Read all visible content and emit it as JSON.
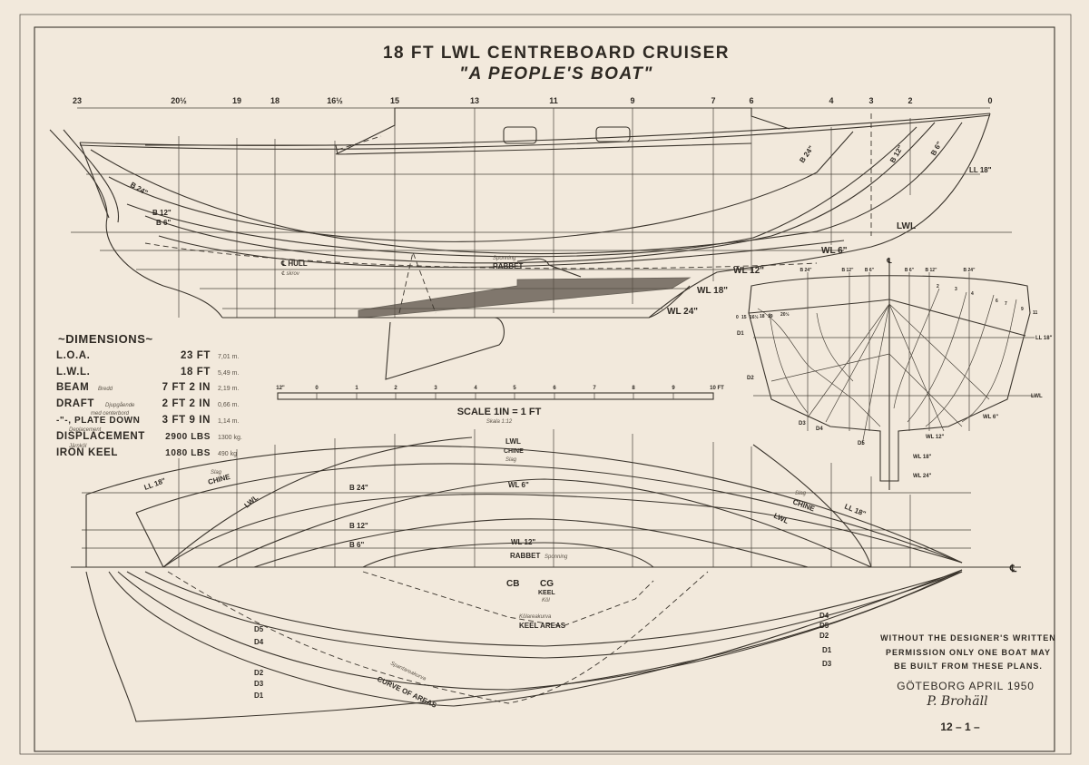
{
  "title": {
    "line1": "18 FT LWL CENTREBOARD CRUISER",
    "line2": "\"A PEOPLE'S BOAT\""
  },
  "stations": [
    "23",
    "20½",
    "19",
    "18",
    "16½",
    "15",
    "13",
    "11",
    "9",
    "7",
    "6",
    "4",
    "3",
    "2",
    "0"
  ],
  "profile": {
    "b24_aft": "B 24\"",
    "b12_aft": "B 12\"",
    "b6_aft": "B 6\"",
    "b24_fwd": "B 24\"",
    "b12_fwd": "B 12\"",
    "b6_fwd": "B 6\"",
    "ll18": "LL 18\"",
    "lwl": "LWL",
    "wl6": "WL 6\"",
    "wl12": "WL 12\"",
    "wl18": "WL 18\"",
    "wl24": "WL 24\"",
    "hull_cl": "℄ HULL",
    "hull_cl_note": "℄ skrov",
    "rabbet": "RABBET",
    "rabbet_note": "Sponning"
  },
  "dimensions": {
    "heading": "~DIMENSIONS~",
    "rows": [
      {
        "label": "L.O.A.",
        "note": "",
        "value": "23 FT",
        "metric": "7,01 m."
      },
      {
        "label": "L.W.L.",
        "note": "",
        "value": "18 FT",
        "metric": "5,49 m."
      },
      {
        "label": "BEAM",
        "note": "Bredd",
        "value": "7 FT 2 IN",
        "metric": "2,19 m."
      },
      {
        "label": "DRAFT",
        "note": "Djupgående",
        "value": "2 FT 2 IN",
        "metric": "0,66 m."
      },
      {
        "label": "-\"-, PLATE DOWN",
        "note": "med centerbord",
        "value": "3 FT 9 IN",
        "metric": "1,14 m."
      },
      {
        "label": "DISPLACEMENT",
        "note": "Deplacement",
        "value": "2900 LBS",
        "metric": "1300 kg."
      },
      {
        "label": "IRON KEEL",
        "note": "Järnköl",
        "value": "1080 LBS",
        "metric": "490 kg"
      }
    ]
  },
  "scale": {
    "ticks": [
      "12\"",
      "0",
      "1",
      "2",
      "3",
      "4",
      "5",
      "6",
      "7",
      "8",
      "9",
      "10 FT"
    ],
    "label": "SCALE 1IN = 1 FT",
    "sub": "Skala 1:12"
  },
  "body_plan": {
    "cl": "℄",
    "top": [
      "B 24\"",
      "B 12\"",
      "B 6\"",
      "B 6\"",
      "B 12\"",
      "B 24\""
    ],
    "stations_aft": [
      "0",
      "15",
      "16½",
      "18",
      "19",
      "20½"
    ],
    "stations_fwd": [
      "2",
      "3",
      "4",
      "6",
      "7",
      "9",
      "11"
    ],
    "diagonals": [
      "D1",
      "D2",
      "D3",
      "D4",
      "D5"
    ],
    "ll18": "LL 18\"",
    "lwl": "LWL",
    "wl6": "WL 6\"",
    "wl12": "WL 12\"",
    "wl18": "WL 18\"",
    "wl24": "WL 24\""
  },
  "plan": {
    "ll18_aft": "LL 18\"",
    "chine_aft": "CHINE",
    "chine_aft_note": "Slag",
    "lwl_aft": "LWL",
    "lwl_top": "LWL",
    "chine_top": "CHINE",
    "chine_top_note": "Slag",
    "b24": "B 24\"",
    "wl6": "WL 6\"",
    "b12": "B 12\"",
    "b6": "B 6\"",
    "wl12": "WL 12\"",
    "rabbet": "RABBET",
    "rabbet_note": "Sponning",
    "cb": "CB",
    "cg": "CG",
    "keel": "KEEL",
    "keel_note": "Köl",
    "keel_areas": "KEEL AREAS",
    "keel_areas_note": "Kölareakurva",
    "curve_of_areas": "CURVE OF AREAS",
    "curve_note": "Spantareakurva",
    "chine_fwd": "CHINE",
    "chine_fwd_note": "Slag",
    "ll18_fwd": "LL 18\"",
    "lwl_fwd": "LWL",
    "cl": "℄",
    "diag_left": [
      "D5",
      "D4",
      "D2",
      "D3",
      "D1"
    ],
    "diag_right": [
      "D4",
      "D5",
      "D2",
      "D1",
      "D3"
    ]
  },
  "notes": {
    "lines": [
      "WITHOUT THE DESIGNER'S WRITTEN",
      "PERMISSION ONLY ONE BOAT MAY",
      "BE BUILT FROM THESE PLANS."
    ],
    "place_date": "GÖTEBORG APRIL 1950",
    "signature": "P. Brohäll",
    "drawing_no": "12 – 1 –"
  }
}
